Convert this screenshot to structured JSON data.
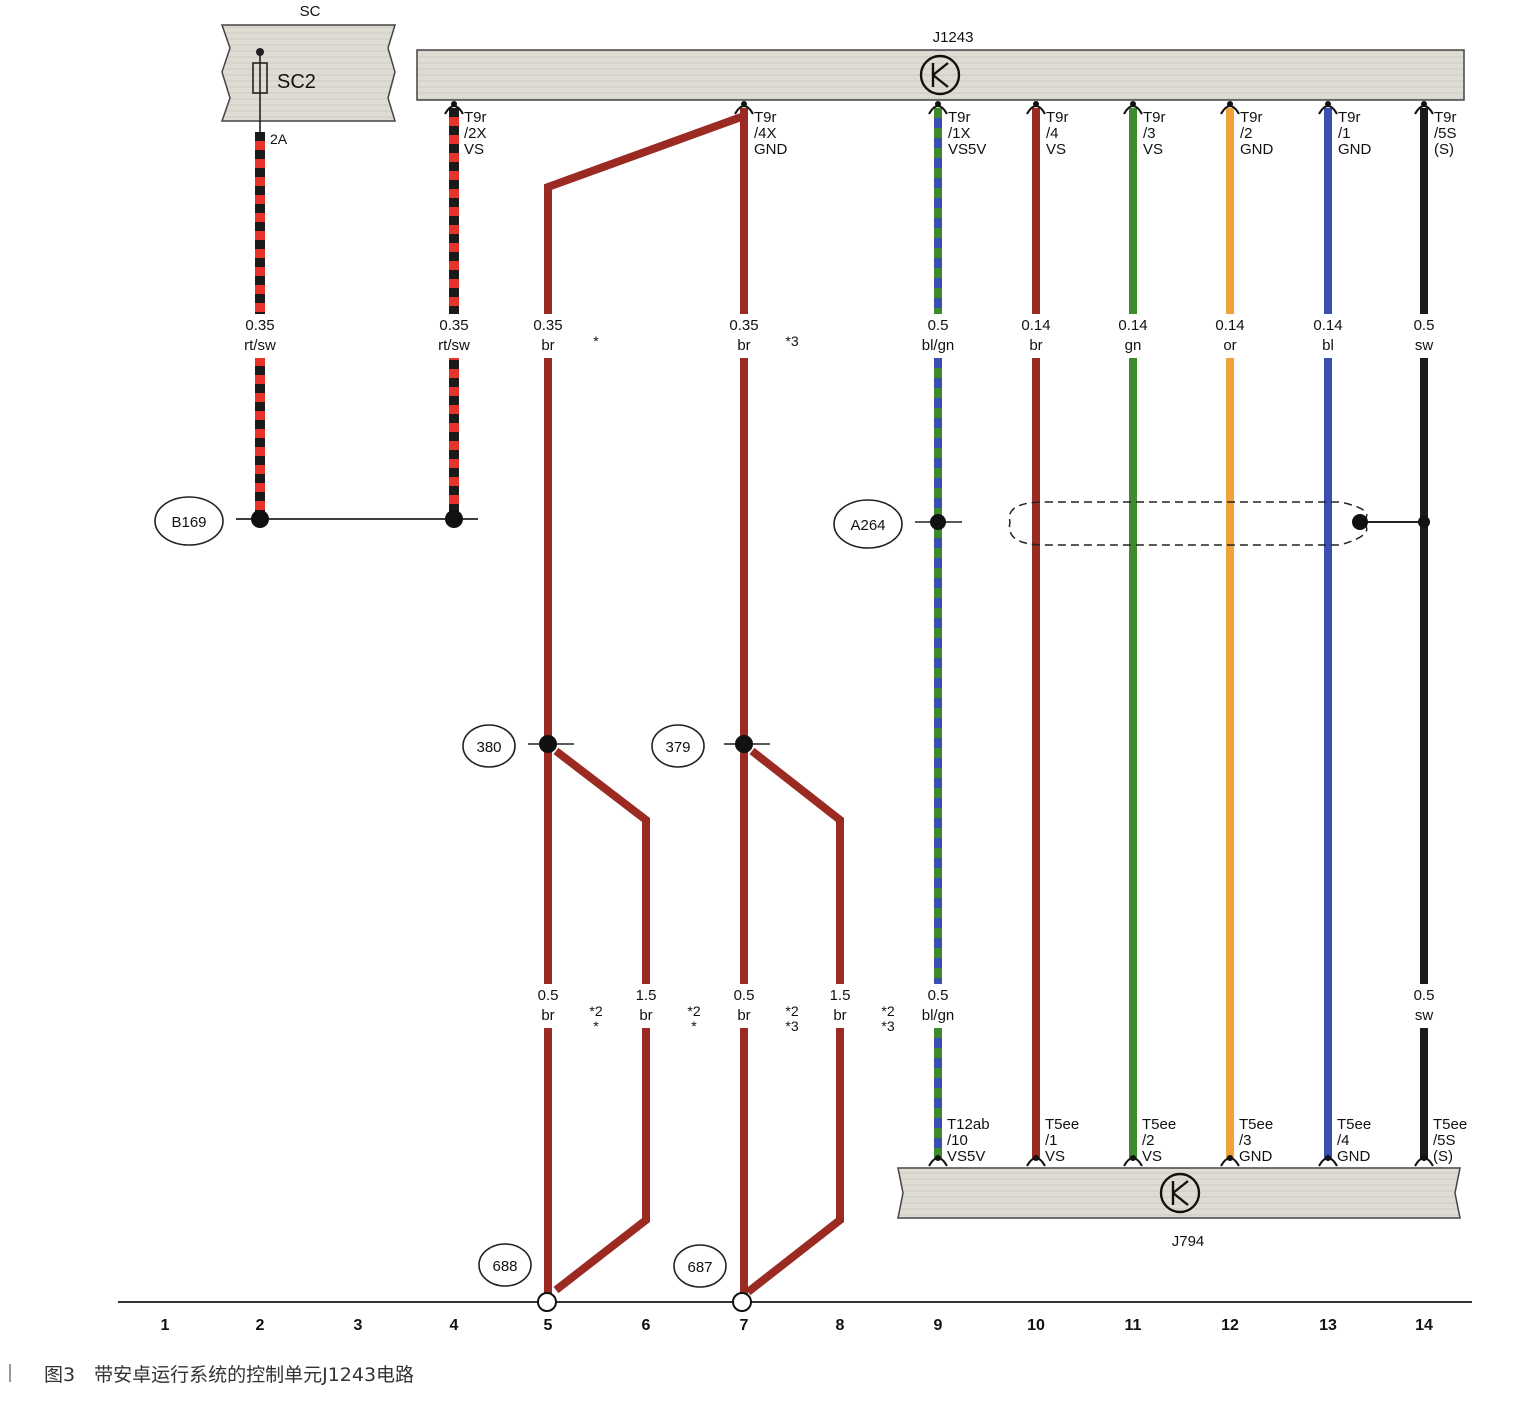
{
  "title": "J1243",
  "components": {
    "sc": {
      "label": "SC",
      "fuse": "SC2",
      "fuse_pin": "2A"
    },
    "j1243": {
      "label": "J1243"
    },
    "j794": {
      "label": "J794"
    }
  },
  "connectors_top": [
    {
      "col": 4,
      "lines": [
        "T9r",
        "/2X",
        "VS"
      ]
    },
    {
      "col": 7,
      "lines": [
        "T9r",
        "/4X",
        "GND"
      ]
    },
    {
      "col": 9,
      "lines": [
        "T9r",
        "/1X",
        "VS5V"
      ]
    },
    {
      "col": 10,
      "lines": [
        "T9r",
        "/4",
        "VS"
      ]
    },
    {
      "col": 11,
      "lines": [
        "T9r",
        "/3",
        "VS"
      ]
    },
    {
      "col": 12,
      "lines": [
        "T9r",
        "/2",
        "GND"
      ]
    },
    {
      "col": 13,
      "lines": [
        "T9r",
        "/1",
        "GND"
      ]
    },
    {
      "col": 14,
      "lines": [
        "T9r",
        "/5S",
        "(S)"
      ]
    }
  ],
  "connectors_bottom": [
    {
      "col": 9,
      "lines": [
        "T12ab",
        "/10",
        "VS5V"
      ]
    },
    {
      "col": 10,
      "lines": [
        "T5ee",
        "/1",
        "VS"
      ]
    },
    {
      "col": 11,
      "lines": [
        "T5ee",
        "/2",
        "VS"
      ]
    },
    {
      "col": 12,
      "lines": [
        "T5ee",
        "/3",
        "GND"
      ]
    },
    {
      "col": 13,
      "lines": [
        "T5ee",
        "/4",
        "GND"
      ]
    },
    {
      "col": 14,
      "lines": [
        "T5ee",
        "/5S",
        "(S)"
      ]
    }
  ],
  "wire_labels_upper": [
    {
      "col": 2,
      "size": "0.35",
      "color": "rt/sw"
    },
    {
      "col": 4,
      "size": "0.35",
      "color": "rt/sw"
    },
    {
      "col": 5,
      "size": "0.35",
      "color": "br",
      "note": "*"
    },
    {
      "col": 7,
      "size": "0.35",
      "color": "br",
      "note": "*3"
    },
    {
      "col": 9,
      "size": "0.5",
      "color": "bl/gn"
    },
    {
      "col": 10,
      "size": "0.14",
      "color": "br"
    },
    {
      "col": 11,
      "size": "0.14",
      "color": "gn"
    },
    {
      "col": 12,
      "size": "0.14",
      "color": "or"
    },
    {
      "col": 13,
      "size": "0.14",
      "color": "bl"
    },
    {
      "col": 14,
      "size": "0.5",
      "color": "sw"
    }
  ],
  "wire_labels_lower": [
    {
      "col": 5,
      "size": "0.5",
      "color": "br",
      "note": [
        "*2",
        "*"
      ]
    },
    {
      "col": 6,
      "size": "1.5",
      "color": "br",
      "note": [
        "*2",
        "*"
      ]
    },
    {
      "col": 7,
      "size": "0.5",
      "color": "br",
      "note": [
        "*2",
        "*3"
      ]
    },
    {
      "col": 8,
      "size": "1.5",
      "color": "br",
      "note": [
        "*2",
        "*3"
      ]
    },
    {
      "col": 9,
      "size": "0.5",
      "color": "bl/gn"
    },
    {
      "col": 14,
      "size": "0.5",
      "color": "sw"
    }
  ],
  "junctions": [
    {
      "label": "B169"
    },
    {
      "label": "A264"
    },
    {
      "label": "380"
    },
    {
      "label": "379"
    },
    {
      "label": "688"
    },
    {
      "label": "687"
    }
  ],
  "columns": [
    "1",
    "2",
    "3",
    "4",
    "5",
    "6",
    "7",
    "8",
    "9",
    "10",
    "11",
    "12",
    "13",
    "14"
  ],
  "caption": "图3　带安卓运行系统的控制单元J1243电路",
  "wire_colors": {
    "rt": "#e8322c",
    "sw": "#1a1a1a",
    "br": "#9b2a22",
    "bl": "#3a4fb0",
    "gn": "#3f8a2e",
    "or": "#f2a23a",
    "panel": "#dedcd3"
  }
}
